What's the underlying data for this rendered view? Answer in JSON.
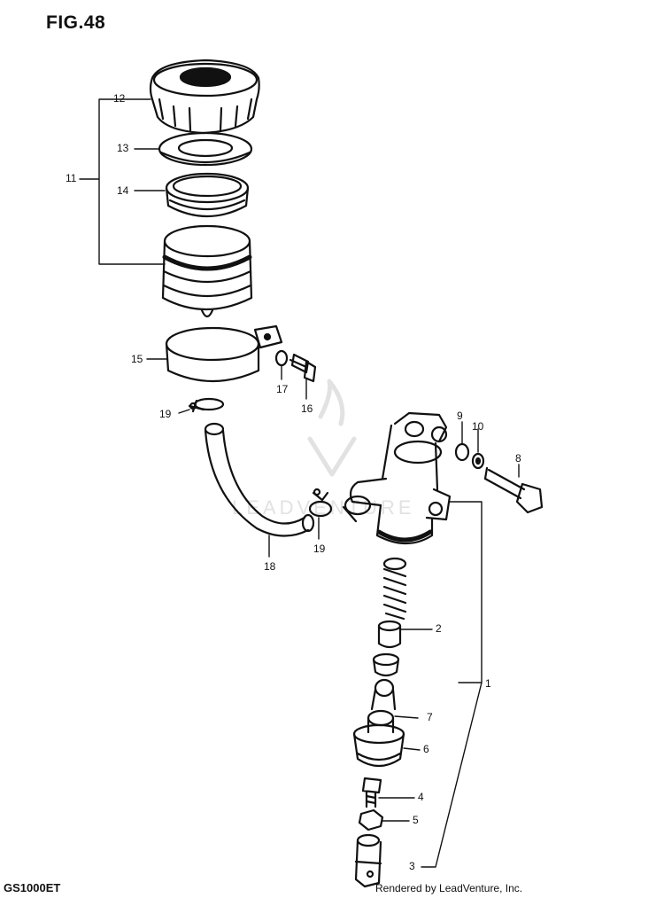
{
  "header": {
    "figure_label": "FIG.48"
  },
  "footer": {
    "model_code": "GS1000ET",
    "credit": "Rendered by LeadVenture, Inc."
  },
  "watermark": {
    "text": "LEADVENTURE"
  },
  "callouts": {
    "c1": "1",
    "c2": "2",
    "c3": "3",
    "c4": "4",
    "c5": "5",
    "c6": "6",
    "c7": "7",
    "c8": "8",
    "c9": "9",
    "c10": "10",
    "c11": "11",
    "c12": "12",
    "c13": "13",
    "c14": "14",
    "c15": "15",
    "c16": "16",
    "c17": "17",
    "c18": "18",
    "c19a": "19",
    "c19b": "19"
  }
}
